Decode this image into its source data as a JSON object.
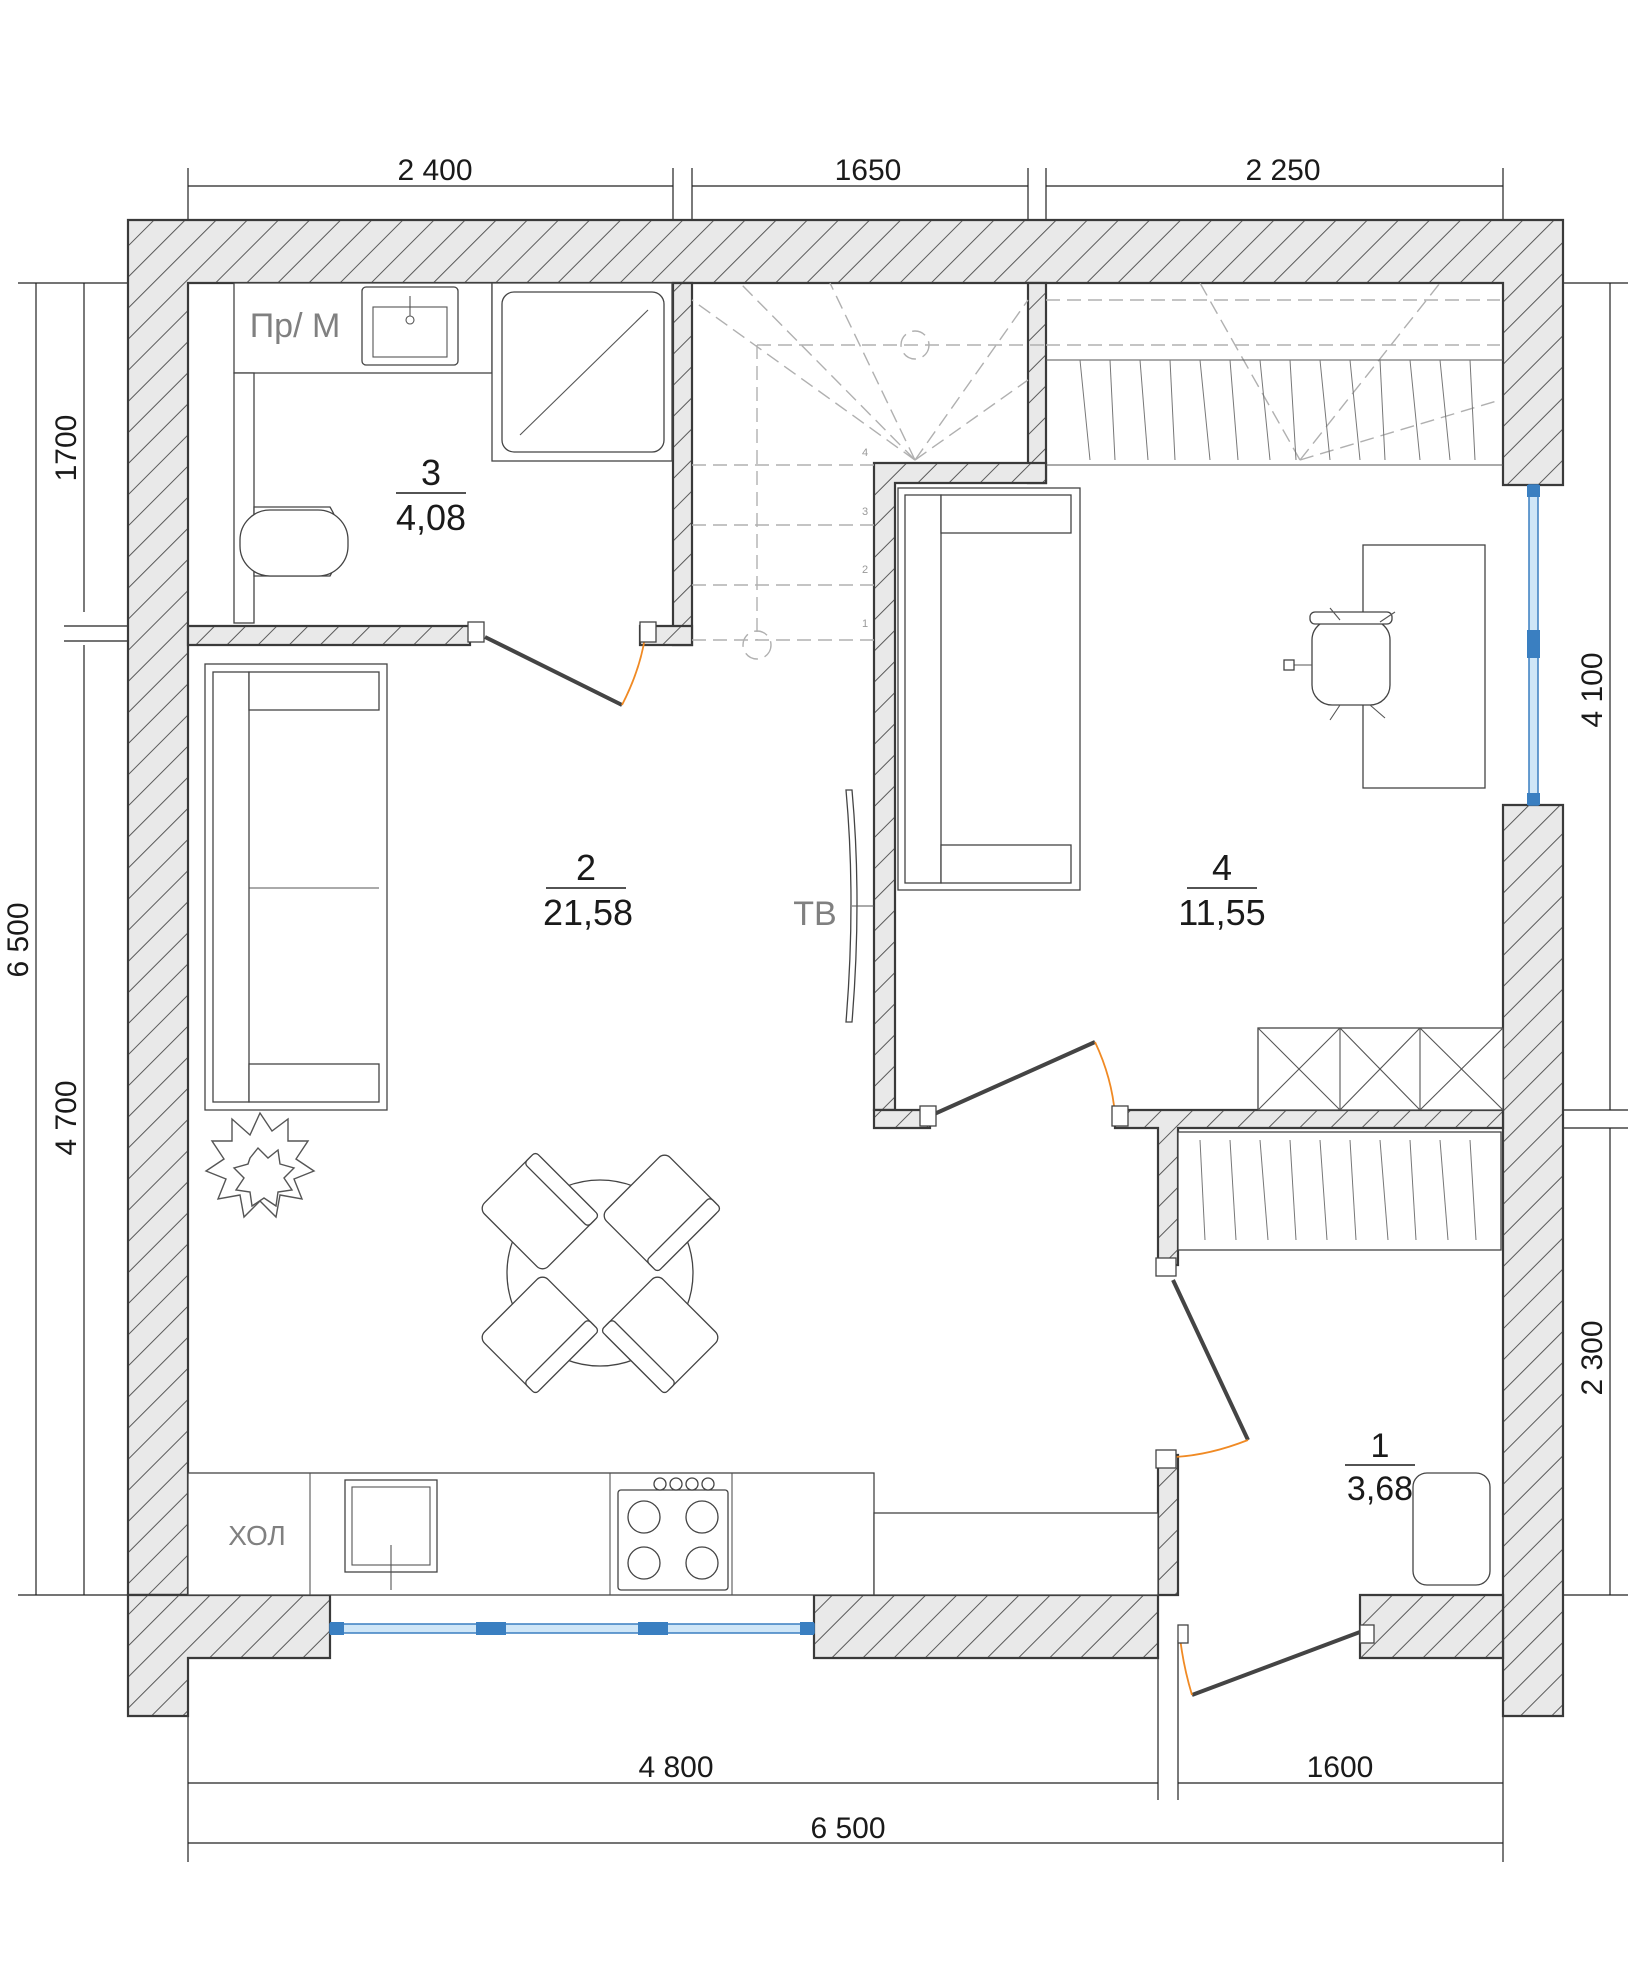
{
  "dimensions": {
    "top": [
      "2 400",
      "1650",
      "2 250"
    ],
    "left_outer": "6 500",
    "left_inner": [
      "1700",
      "4 700"
    ],
    "right": [
      "4 100",
      "2 300"
    ],
    "bottom_inner": [
      "4 800",
      "1600"
    ],
    "bottom_total": "6 500"
  },
  "rooms": [
    {
      "number": "1",
      "area": "3,68"
    },
    {
      "number": "2",
      "area": "21,58"
    },
    {
      "number": "3",
      "area": "4,08"
    },
    {
      "number": "4",
      "area": "11,55"
    }
  ],
  "labels": {
    "tv": "ТВ",
    "fridge": "ХОЛ",
    "washer": "Пр/ М"
  },
  "colors": {
    "wall_stroke": "#3a3a3a",
    "window": "#cfe6f7",
    "door_swing": "#f08a24"
  }
}
